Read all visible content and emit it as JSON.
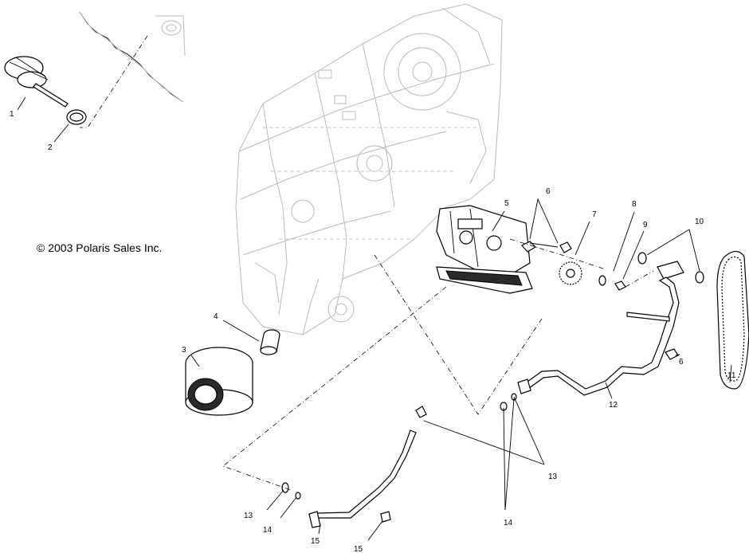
{
  "copyright": "© 2003 Polaris Sales Inc.",
  "callouts": {
    "c1": "1",
    "c2": "2",
    "c3": "3",
    "c4": "4",
    "c5": "5",
    "c6a": "6",
    "c6b": "6",
    "c7": "7",
    "c8": "8",
    "c9": "9",
    "c10": "10",
    "c11": "11",
    "c12": "12",
    "c13a": "13",
    "c13b": "13",
    "c14a": "14",
    "c14b": "14",
    "c15a": "15",
    "c15b": "15"
  }
}
